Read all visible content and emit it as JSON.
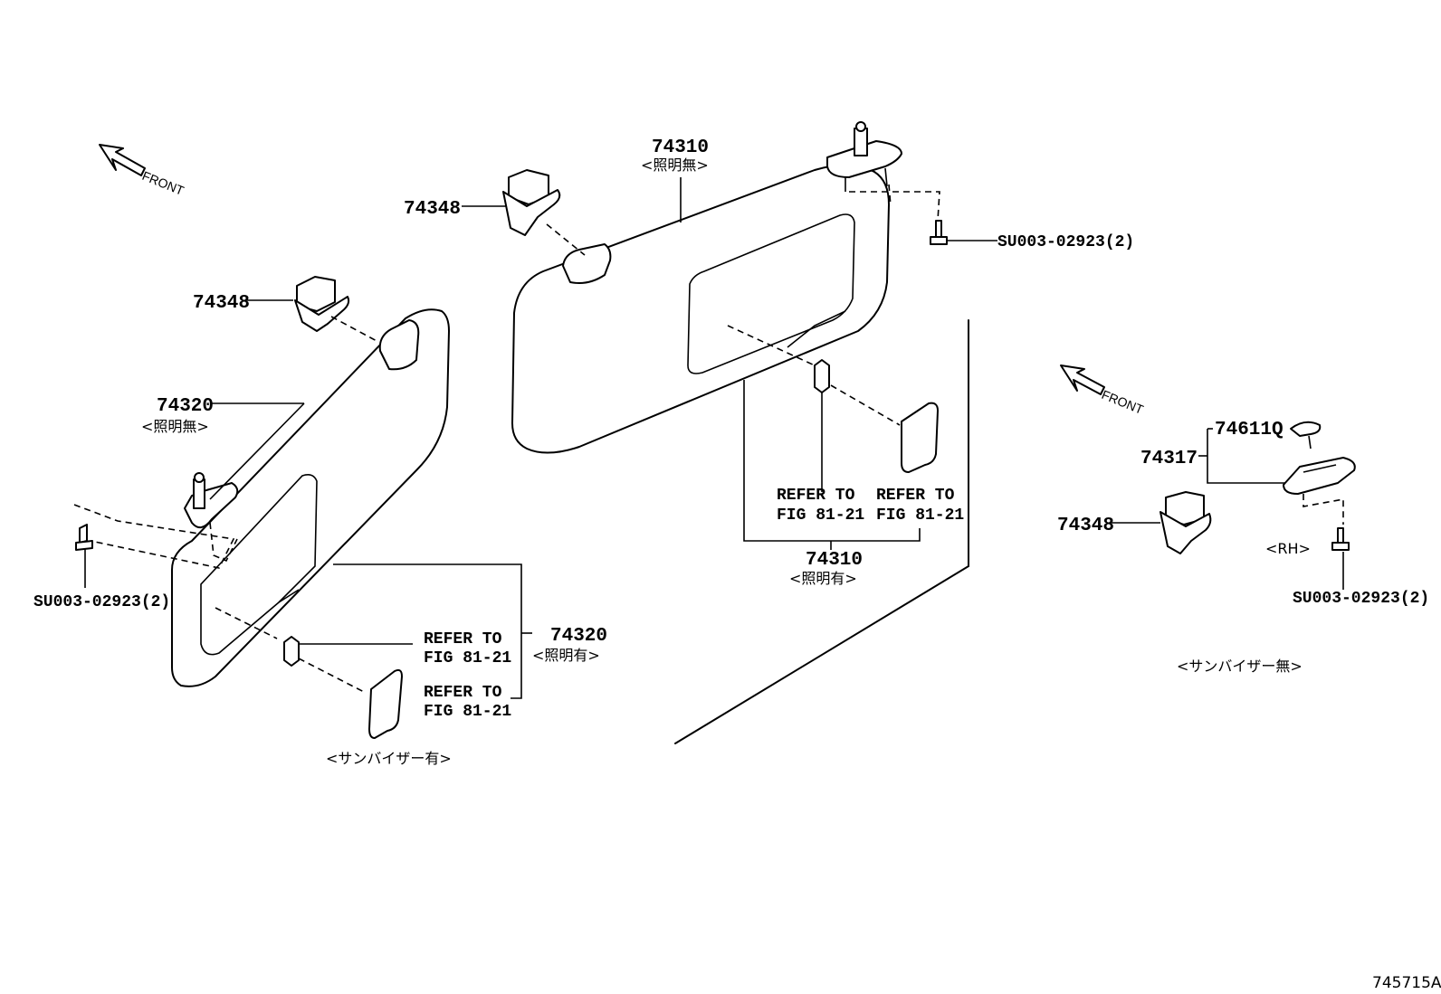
{
  "diagram": {
    "front_label": "FRONT",
    "left": {
      "clip_part": "74348",
      "visor_part": "74320",
      "visor_note": "<照明無>",
      "screw_part": "SU003-02923(2)",
      "refer_1_line1": "REFER TO",
      "refer_1_line2": "FIG 81-21",
      "refer_2_line1": "REFER TO",
      "refer_2_line2": "FIG 81-21",
      "lit_part": "74320",
      "lit_note": "<照明有>",
      "caption": "<サンバイザー有>"
    },
    "center": {
      "clip_part": "74348",
      "visor_part": "74310",
      "visor_note": "<照明無>",
      "screw_part": "SU003-02923(2)",
      "refer_1_line1": "REFER TO",
      "refer_1_line2": "FIG 81-21",
      "refer_2_line1": "REFER TO",
      "refer_2_line2": "FIG 81-21",
      "lit_part": "74310",
      "lit_note": "<照明有>"
    },
    "right": {
      "cap_part": "74611Q",
      "holder_part": "74317",
      "clip_part": "74348",
      "side_note": "<RH>",
      "screw_part": "SU003-02923(2)",
      "caption": "<サンバイザー無>"
    },
    "figure_id": "745715A"
  }
}
